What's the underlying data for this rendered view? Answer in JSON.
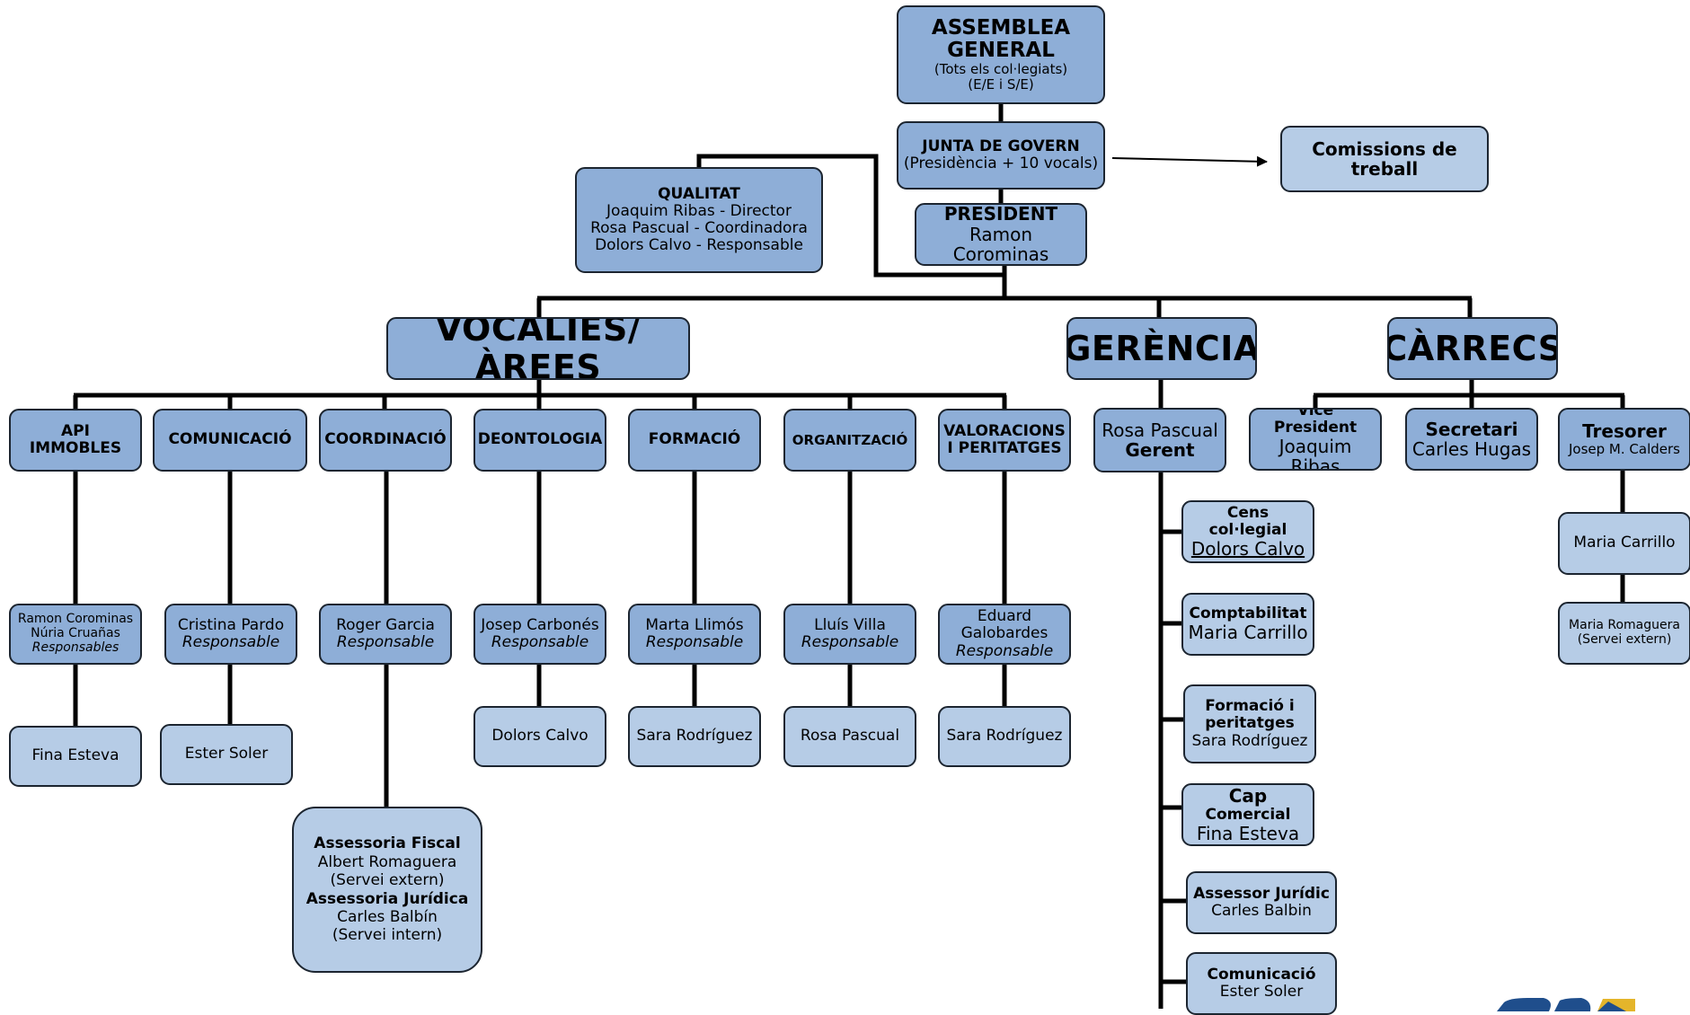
{
  "assemblea": {
    "title": "ASSEMBLEA GENERAL",
    "line1": "(Tots els col·legiats)",
    "line2": "(E/E i S/E)"
  },
  "junta": {
    "title": "JUNTA DE GOVERN",
    "sub": "(Presidència + 10 vocals)"
  },
  "comissions": {
    "title": "Comissions de treball"
  },
  "qualitat": {
    "title": "QUALITAT",
    "lines": [
      "Joaquim Ribas - Director",
      "Rosa Pascual - Coordinadora",
      "Dolors Calvo - Responsable"
    ]
  },
  "president": {
    "title": "PRESIDENT",
    "name": "Ramon Corominas"
  },
  "headers": {
    "vocalies": "VOCALIES/ÀREES",
    "gerencia": "GERÈNCIA",
    "carrecs": "CÀRRECS"
  },
  "areas": [
    {
      "title": "API IMMOBLES",
      "resp_lines": [
        "Ramon Corominas",
        "Núria Cruañas"
      ],
      "resp_role": "Responsables",
      "member": "Fina Esteva"
    },
    {
      "title": "COMUNICACIÓ",
      "resp_lines": [
        "Cristina Pardo"
      ],
      "resp_role": "Responsable",
      "member": "Ester Soler"
    },
    {
      "title": "COORDINACIÓ",
      "resp_lines": [
        "Roger Garcia"
      ],
      "resp_role": "Responsable"
    },
    {
      "title": "DEONTOLOGIA",
      "resp_lines": [
        "Josep Carbonés"
      ],
      "resp_role": "Responsable",
      "member": "Dolors Calvo"
    },
    {
      "title": "FORMACIÓ",
      "resp_lines": [
        "Marta Llimós"
      ],
      "resp_role": "Responsable",
      "member": "Sara Rodríguez"
    },
    {
      "title": "ORGANITZACIÓ",
      "resp_lines": [
        "Lluís Villa"
      ],
      "resp_role": "Responsable",
      "member": "Rosa Pascual"
    },
    {
      "title": "VALORACIONS I PERITATGES",
      "resp_lines": [
        "Eduard",
        "Galobardes"
      ],
      "resp_role": "Responsable",
      "member": "Sara Rodríguez"
    }
  ],
  "assessoria": {
    "fiscal_title": "Assessoria Fiscal",
    "fiscal_name": "Albert Romaguera",
    "fiscal_note": "(Servei extern)",
    "juridica_title": "Assessoria Jurídica",
    "juridica_name": "Carles Balbín",
    "juridica_note": "(Servei intern)"
  },
  "gerent": {
    "name": "Rosa Pascual",
    "role": "Gerent"
  },
  "gerencia_items": [
    {
      "title": "Cens col·legial",
      "name": "Dolors Calvo"
    },
    {
      "title": "Comptabilitat",
      "name": "Maria Carrillo"
    },
    {
      "title": "Formació i peritatges",
      "name": "Sara Rodríguez"
    },
    {
      "title_bold": "Cap",
      "title_rest": " Comercial",
      "name": "Fina Esteva"
    },
    {
      "title": "Assessor Jurídic",
      "name": "Carles Balbin"
    },
    {
      "title": "Comunicació",
      "name": "Ester Soler"
    }
  ],
  "carrecs": [
    {
      "title": "Vice President",
      "name": "Joaquim Ribas"
    },
    {
      "title": "Secretari",
      "name": "Carles Hugas"
    },
    {
      "title": "Tresorer",
      "name": "Josep M. Calders"
    }
  ],
  "tresorer_staff": [
    {
      "name": "Maria Carrillo"
    },
    {
      "name": "Maria Romaguera",
      "note": "(Servei extern)"
    }
  ],
  "colors": {
    "box": "#8eaed7",
    "box_light": "#b6cce6",
    "line": "#000000",
    "logo_blue": "#1f4e8c",
    "logo_gold": "#e4b52b"
  }
}
